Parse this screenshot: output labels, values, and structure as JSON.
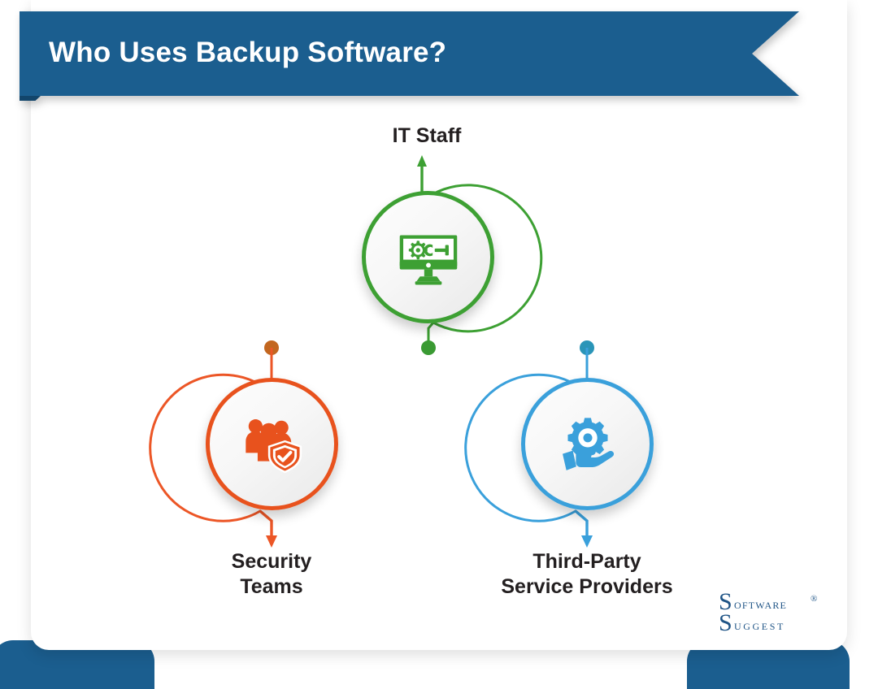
{
  "header": {
    "title": "Who Uses Backup Software?",
    "ribbon_color": "#1b5e8f",
    "title_color": "#ffffff"
  },
  "diagram": {
    "type": "node-branch-diagram",
    "spine_label": "horizontal-connector-line",
    "spine_gradient": [
      "#e8521d",
      "#3da033",
      "#3aa0db"
    ],
    "nodes": [
      {
        "id": "it-staff",
        "label": "IT Staff",
        "label_lines": [
          "IT Staff"
        ],
        "color": "#3da033",
        "icon": "monitor-gear-wrench-icon",
        "position": "top-center",
        "arrow_direction": "up",
        "dot_color": "#3a9a33"
      },
      {
        "id": "security-teams",
        "label": "Security Teams",
        "label_lines": [
          "Security",
          "Teams"
        ],
        "color": "#e8521d",
        "icon": "people-shield-check-icon",
        "position": "bottom-left",
        "arrow_direction": "down",
        "dot_color": "#c2661f"
      },
      {
        "id": "third-party-service-providers",
        "label": "Third-Party Service Providers",
        "label_lines": [
          "Third-Party",
          "Service Providers"
        ],
        "color": "#3aa0db",
        "icon": "hand-holding-gear-icon",
        "position": "bottom-right",
        "arrow_direction": "down",
        "dot_color": "#2a95b8"
      }
    ]
  },
  "branding": {
    "logo_line1": "oftware",
    "logo_line2": "uggest",
    "logo_initial1": "S",
    "logo_initial2": "S",
    "registered_mark": "®",
    "logo_color": "#1f5486"
  }
}
